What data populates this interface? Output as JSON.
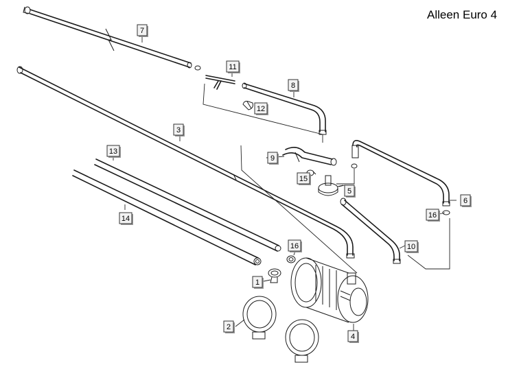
{
  "title": "Alleen Euro 4",
  "callouts": [
    {
      "id": "c7",
      "text": "7"
    },
    {
      "id": "c11",
      "text": "11"
    },
    {
      "id": "c8",
      "text": "8"
    },
    {
      "id": "c12",
      "text": "12"
    },
    {
      "id": "c3",
      "text": "3"
    },
    {
      "id": "c13",
      "text": "13"
    },
    {
      "id": "c9",
      "text": "9"
    },
    {
      "id": "c15",
      "text": "15"
    },
    {
      "id": "c5",
      "text": "5"
    },
    {
      "id": "c6",
      "text": "6"
    },
    {
      "id": "c16a",
      "text": "16"
    },
    {
      "id": "c14",
      "text": "14"
    },
    {
      "id": "c10",
      "text": "10"
    },
    {
      "id": "c16b",
      "text": "16"
    },
    {
      "id": "c1",
      "text": "1"
    },
    {
      "id": "c2",
      "text": "2"
    },
    {
      "id": "c4",
      "text": "4"
    }
  ]
}
